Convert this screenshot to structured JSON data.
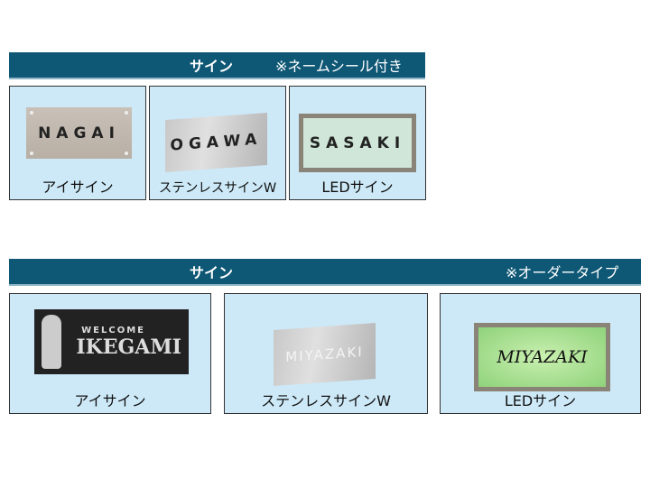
{
  "section1": {
    "title": "サイン",
    "note": "※ネームシール付き",
    "items": [
      {
        "name": "NAGAI",
        "label": "アイサイン"
      },
      {
        "name": "OGAWA",
        "label": "ステンレスサインW"
      },
      {
        "name": "SASAKI",
        "label": "LEDサイン"
      }
    ]
  },
  "section2": {
    "title": "サイン",
    "note": "※オーダータイプ",
    "items": [
      {
        "welcome": "WELCOME",
        "name": "IKEGAMI",
        "label": "アイサイン"
      },
      {
        "name": "MIYAZAKI",
        "label": "ステンレスサインW"
      },
      {
        "name": "MIYAZAKI",
        "label": "LEDサイン"
      }
    ]
  }
}
